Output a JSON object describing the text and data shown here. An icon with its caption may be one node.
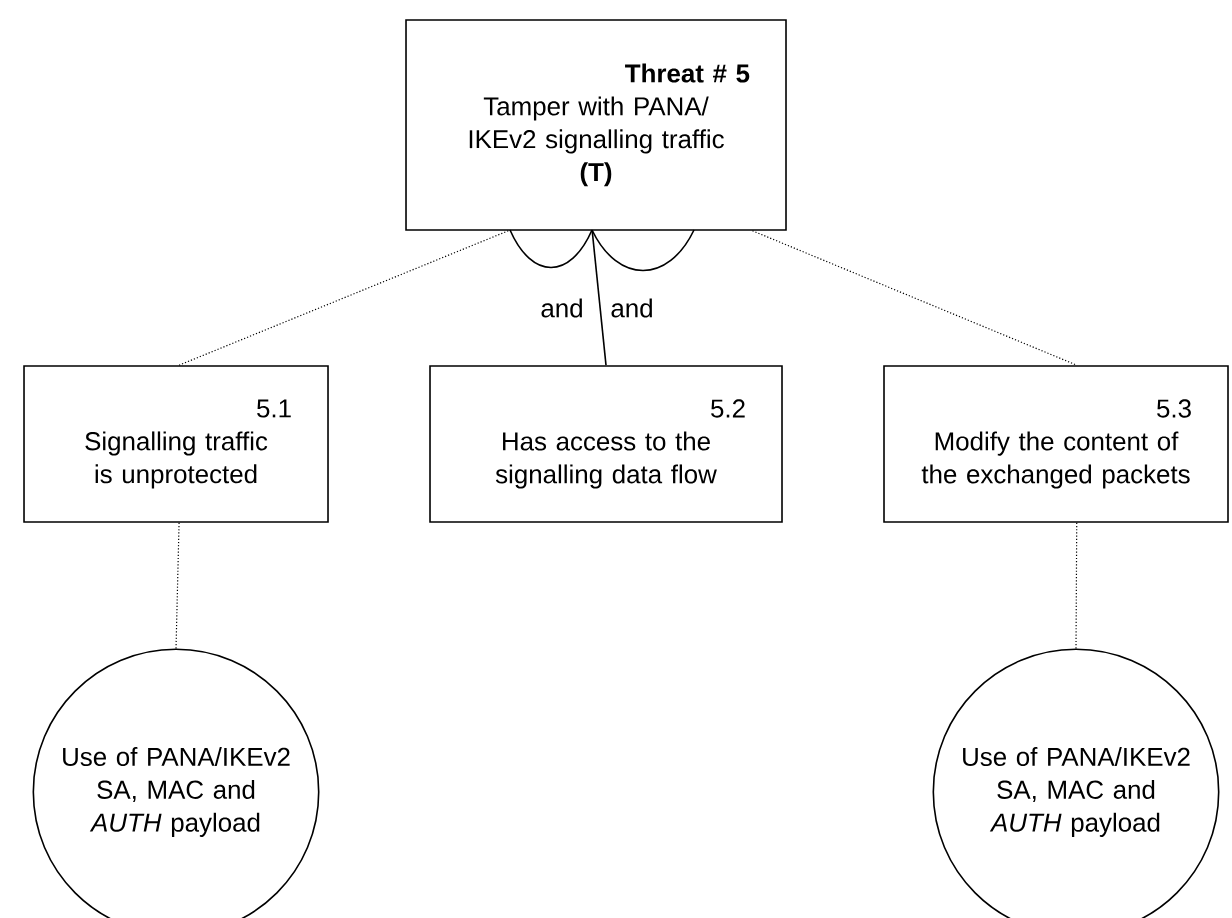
{
  "diagram": {
    "nodes": [
      {
        "text": [
          "Threat # 5",
          "Tamper with PANA/ IKEv2 signalling traffic",
          "(T)"
        ]
      },
      {
        "text": [
          "5.1",
          "Signalling traffic is unprotected"
        ]
      },
      {
        "text": [
          "5.2",
          "Has access to the signalling data flow"
        ]
      },
      {
        "text": [
          "5.3",
          "Modify the content of the exchanged packets"
        ]
      },
      {
        "text": [
          "Use of PANA/IKEv2 SA, MAC and *AUTH* payload"
        ]
      },
      {
        "text": [
          "Use of PANA/IKEv2 SA, MAC and *AUTH* payload"
        ]
      }
    ],
    "edges": [
      {
        "from": 0,
        "to": 1,
        "arrow": "none",
        "style": "dashed"
      },
      {
        "from": 0,
        "to": 2,
        "arrow": "none"
      },
      {
        "from": 0,
        "to": 3,
        "arrow": "none",
        "style": "dashed"
      },
      {
        "from": 1,
        "to": 4,
        "arrow": "none",
        "style": "dashed"
      },
      {
        "from": 3,
        "to": 5,
        "arrow": "none",
        "style": "dashed"
      }
    ],
    "labels": [
      "and",
      "and"
    ]
  }
}
